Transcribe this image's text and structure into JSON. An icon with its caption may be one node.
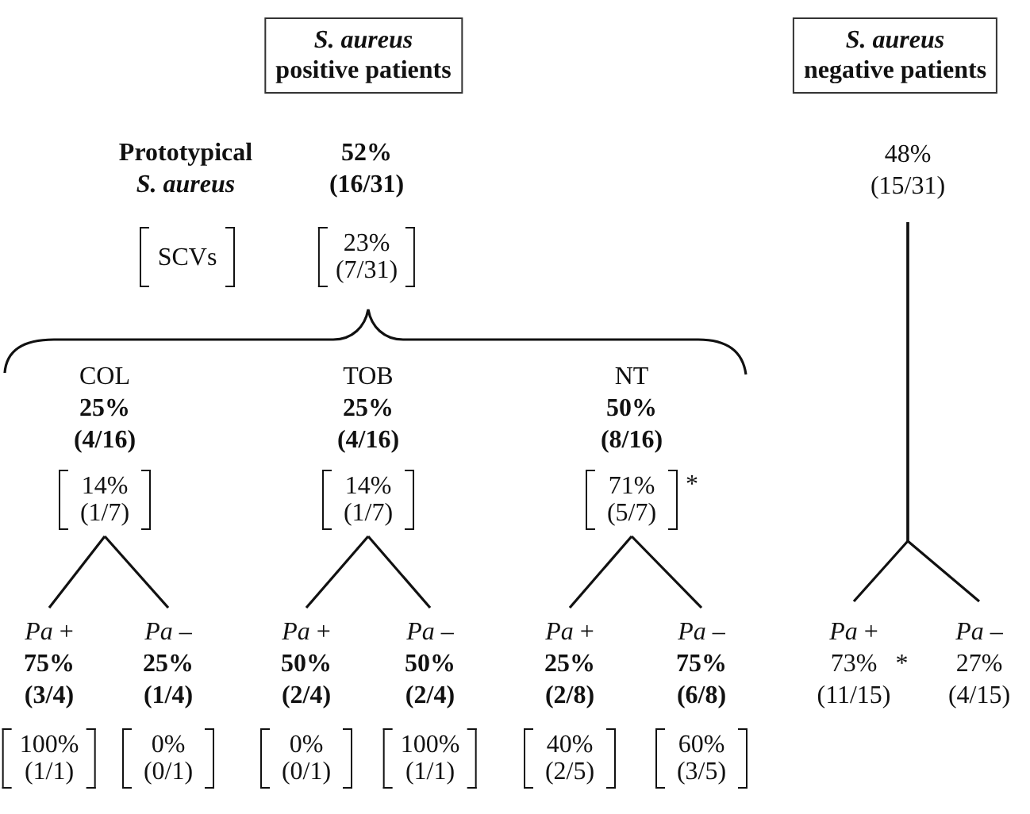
{
  "diagram": {
    "nodes": [
      {
        "text": [
          "*S. aureus* positive patients"
        ]
      },
      {
        "text": [
          "*S. aureus* negative patients"
        ]
      },
      {
        "text": [
          "52% (16/31)",
          "23% (7/31)"
        ]
      },
      {
        "text": [
          "48% (15/31)"
        ]
      },
      {
        "text": [
          "COL",
          "25% (4/16)",
          "14% (1/7)"
        ]
      },
      {
        "text": [
          "TOB",
          "25% (4/16)",
          "14% (1/7)"
        ]
      },
      {
        "text": [
          "NT",
          "50% (8/16)",
          "71% (5/7)"
        ],
        "beside": [
          "*"
        ]
      },
      {
        "text": [
          "*Pa* +",
          "75% (3/4)",
          "100% (1/1)"
        ]
      },
      {
        "text": [
          "*Pa* –",
          "25% (1/4)",
          "0% (0/1)"
        ]
      },
      {
        "text": [
          "*Pa* +",
          "50% (2/4)",
          "0% (0/1)"
        ]
      },
      {
        "text": [
          "*Pa* –",
          "50% (2/4)",
          "100% (1/1)"
        ]
      },
      {
        "text": [
          "*Pa* +",
          "25% (2/8)",
          "40% (2/5)"
        ]
      },
      {
        "text": [
          "*Pa* –",
          "75% (6/8)",
          "60% (3/5)"
        ]
      },
      {
        "text": [
          "*Pa* +",
          "73% (11/15)"
        ],
        "beside": [
          "*"
        ]
      },
      {
        "text": [
          "*Pa* –",
          "27% (4/15)"
        ]
      }
    ],
    "edges": [
      {
        "from": 4,
        "to": 7,
        "arrow": "none"
      },
      {
        "from": 4,
        "to": 8,
        "arrow": "none"
      },
      {
        "from": 5,
        "to": 9,
        "arrow": "none"
      },
      {
        "from": 5,
        "to": 10,
        "arrow": "none"
      },
      {
        "from": 6,
        "to": 11,
        "arrow": "none"
      },
      {
        "from": 6,
        "to": 12,
        "arrow": "none"
      },
      {
        "from": 3,
        "to": 13,
        "arrow": "none"
      },
      {
        "from": 3,
        "to": 14,
        "arrow": "none"
      }
    ],
    "labels": [
      "Prototypical *S. aureus*",
      "SCVs"
    ]
  }
}
